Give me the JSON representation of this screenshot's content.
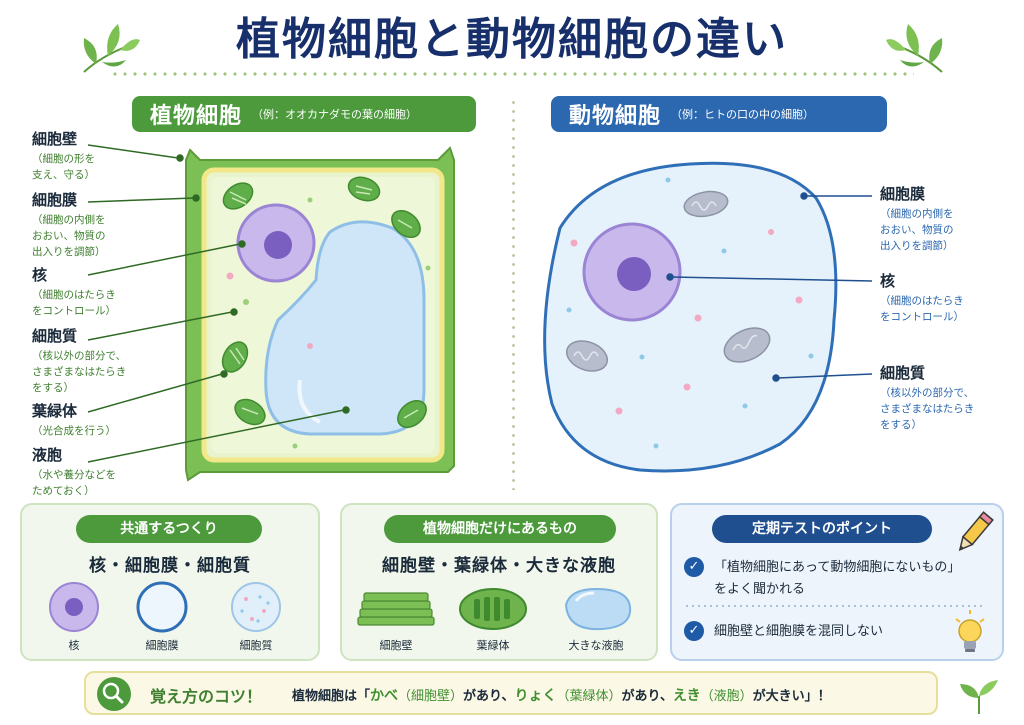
{
  "title": "植物細胞と動物細胞の違い",
  "plant": {
    "header": "植物細胞",
    "subheader": "（例：オオカナダモの葉の細胞）",
    "labels": [
      {
        "title": "細胞壁",
        "desc": "（細胞の形を\n支え、守る）"
      },
      {
        "title": "細胞膜",
        "desc": "（細胞の内側を\nおおい、物質の\n出入りを調節）"
      },
      {
        "title": "核",
        "desc": "（細胞のはたらき\nをコントロール）"
      },
      {
        "title": "細胞質",
        "desc": "（核以外の部分で、\nさまざまなはたらき\nをする）"
      },
      {
        "title": "葉緑体",
        "desc": "（光合成を行う）"
      },
      {
        "title": "液胞",
        "desc": "（水や養分などを\nためておく）"
      }
    ]
  },
  "animal": {
    "header": "動物細胞",
    "subheader": "（例：ヒトの口の中の細胞）",
    "labels": [
      {
        "title": "細胞膜",
        "desc": "（細胞の内側を\nおおい、物質の\n出入りを調節）"
      },
      {
        "title": "核",
        "desc": "（細胞のはたらき\nをコントロール）"
      },
      {
        "title": "細胞質",
        "desc": "（核以外の部分で、\nさまざまなはたらき\nをする）"
      }
    ]
  },
  "common": {
    "header": "共通するつくり",
    "summary": "核・細胞膜・細胞質",
    "items": [
      "核",
      "細胞膜",
      "細胞質"
    ]
  },
  "plant_only": {
    "header": "植物細胞だけにあるもの",
    "summary": "細胞壁・葉緑体・大きな液胞",
    "items": [
      "細胞壁",
      "葉緑体",
      "大きな液胞"
    ]
  },
  "test": {
    "header": "定期テストのポイント",
    "items": [
      "「植物細胞にあって動物細胞にないもの」\nをよく聞かれる",
      "細胞壁と細胞膜を混同しない"
    ]
  },
  "tip": {
    "title": "覚え方のコツ！",
    "parts": [
      {
        "text": "植物細胞は「",
        "style": "n"
      },
      {
        "text": "かべ",
        "style": "hl"
      },
      {
        "text": "（細胞壁）",
        "style": "pl"
      },
      {
        "text": "があり、",
        "style": "n"
      },
      {
        "text": "りょく",
        "style": "hl"
      },
      {
        "text": "（葉緑体）",
        "style": "pl"
      },
      {
        "text": "があり、",
        "style": "n"
      },
      {
        "text": "えき",
        "style": "hl"
      },
      {
        "text": "（液胞）",
        "style": "pl"
      },
      {
        "text": "が大きい」！",
        "style": "n"
      }
    ]
  },
  "colors": {
    "plant_accent": "#4c9a3c",
    "animal_accent": "#2b68b0",
    "title": "#17306b",
    "nucleus": "#b9a6e2",
    "chloroplast": "#5fae4a",
    "vacuole": "#cfe6f8"
  }
}
